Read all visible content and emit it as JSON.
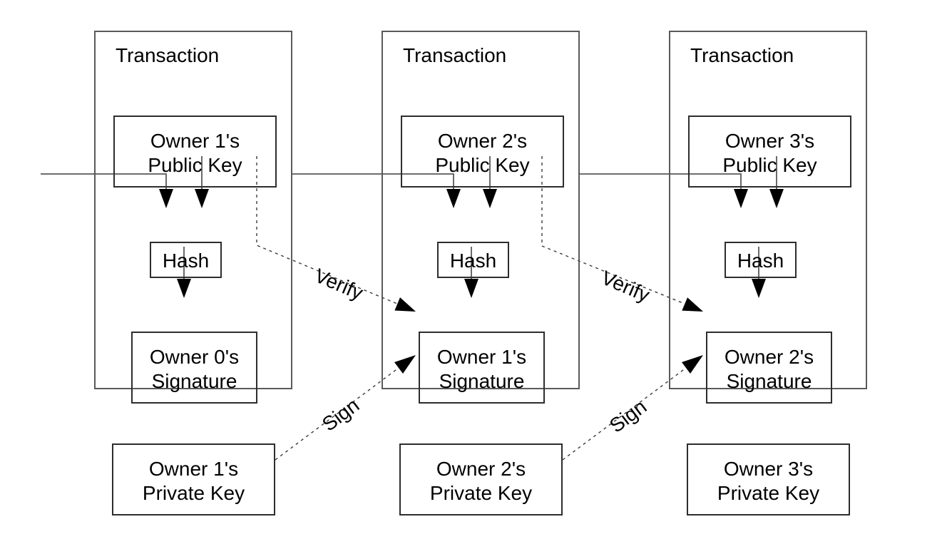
{
  "diagram": {
    "description": "Bitcoin transaction chain diagram",
    "transactions": [
      {
        "title": "Transaction",
        "public_key_line1": "Owner 1's",
        "public_key_line2": "Public Key",
        "hash_label": "Hash",
        "signature_line1": "Owner 0's",
        "signature_line2": "Signature"
      },
      {
        "title": "Transaction",
        "public_key_line1": "Owner 2's",
        "public_key_line2": "Public Key",
        "hash_label": "Hash",
        "signature_line1": "Owner 1's",
        "signature_line2": "Signature"
      },
      {
        "title": "Transaction",
        "public_key_line1": "Owner 3's",
        "public_key_line2": "Public Key",
        "hash_label": "Hash",
        "signature_line1": "Owner 2's",
        "signature_line2": "Signature"
      }
    ],
    "private_keys": [
      {
        "line1": "Owner 1's",
        "line2": "Private Key"
      },
      {
        "line1": "Owner 2's",
        "line2": "Private Key"
      },
      {
        "line1": "Owner 3's",
        "line2": "Private Key"
      }
    ],
    "arrow_labels": {
      "verify_1": "Verify",
      "verify_2": "Verify",
      "sign_1": "Sign",
      "sign_2": "Sign"
    },
    "colors": {
      "background": "#ffffff",
      "solid_line": "#5a5a5a",
      "box_border": "#2d2d2d",
      "dashed_line": "#3a3a3a",
      "arrowhead": "#000000",
      "text": "#000000"
    }
  }
}
